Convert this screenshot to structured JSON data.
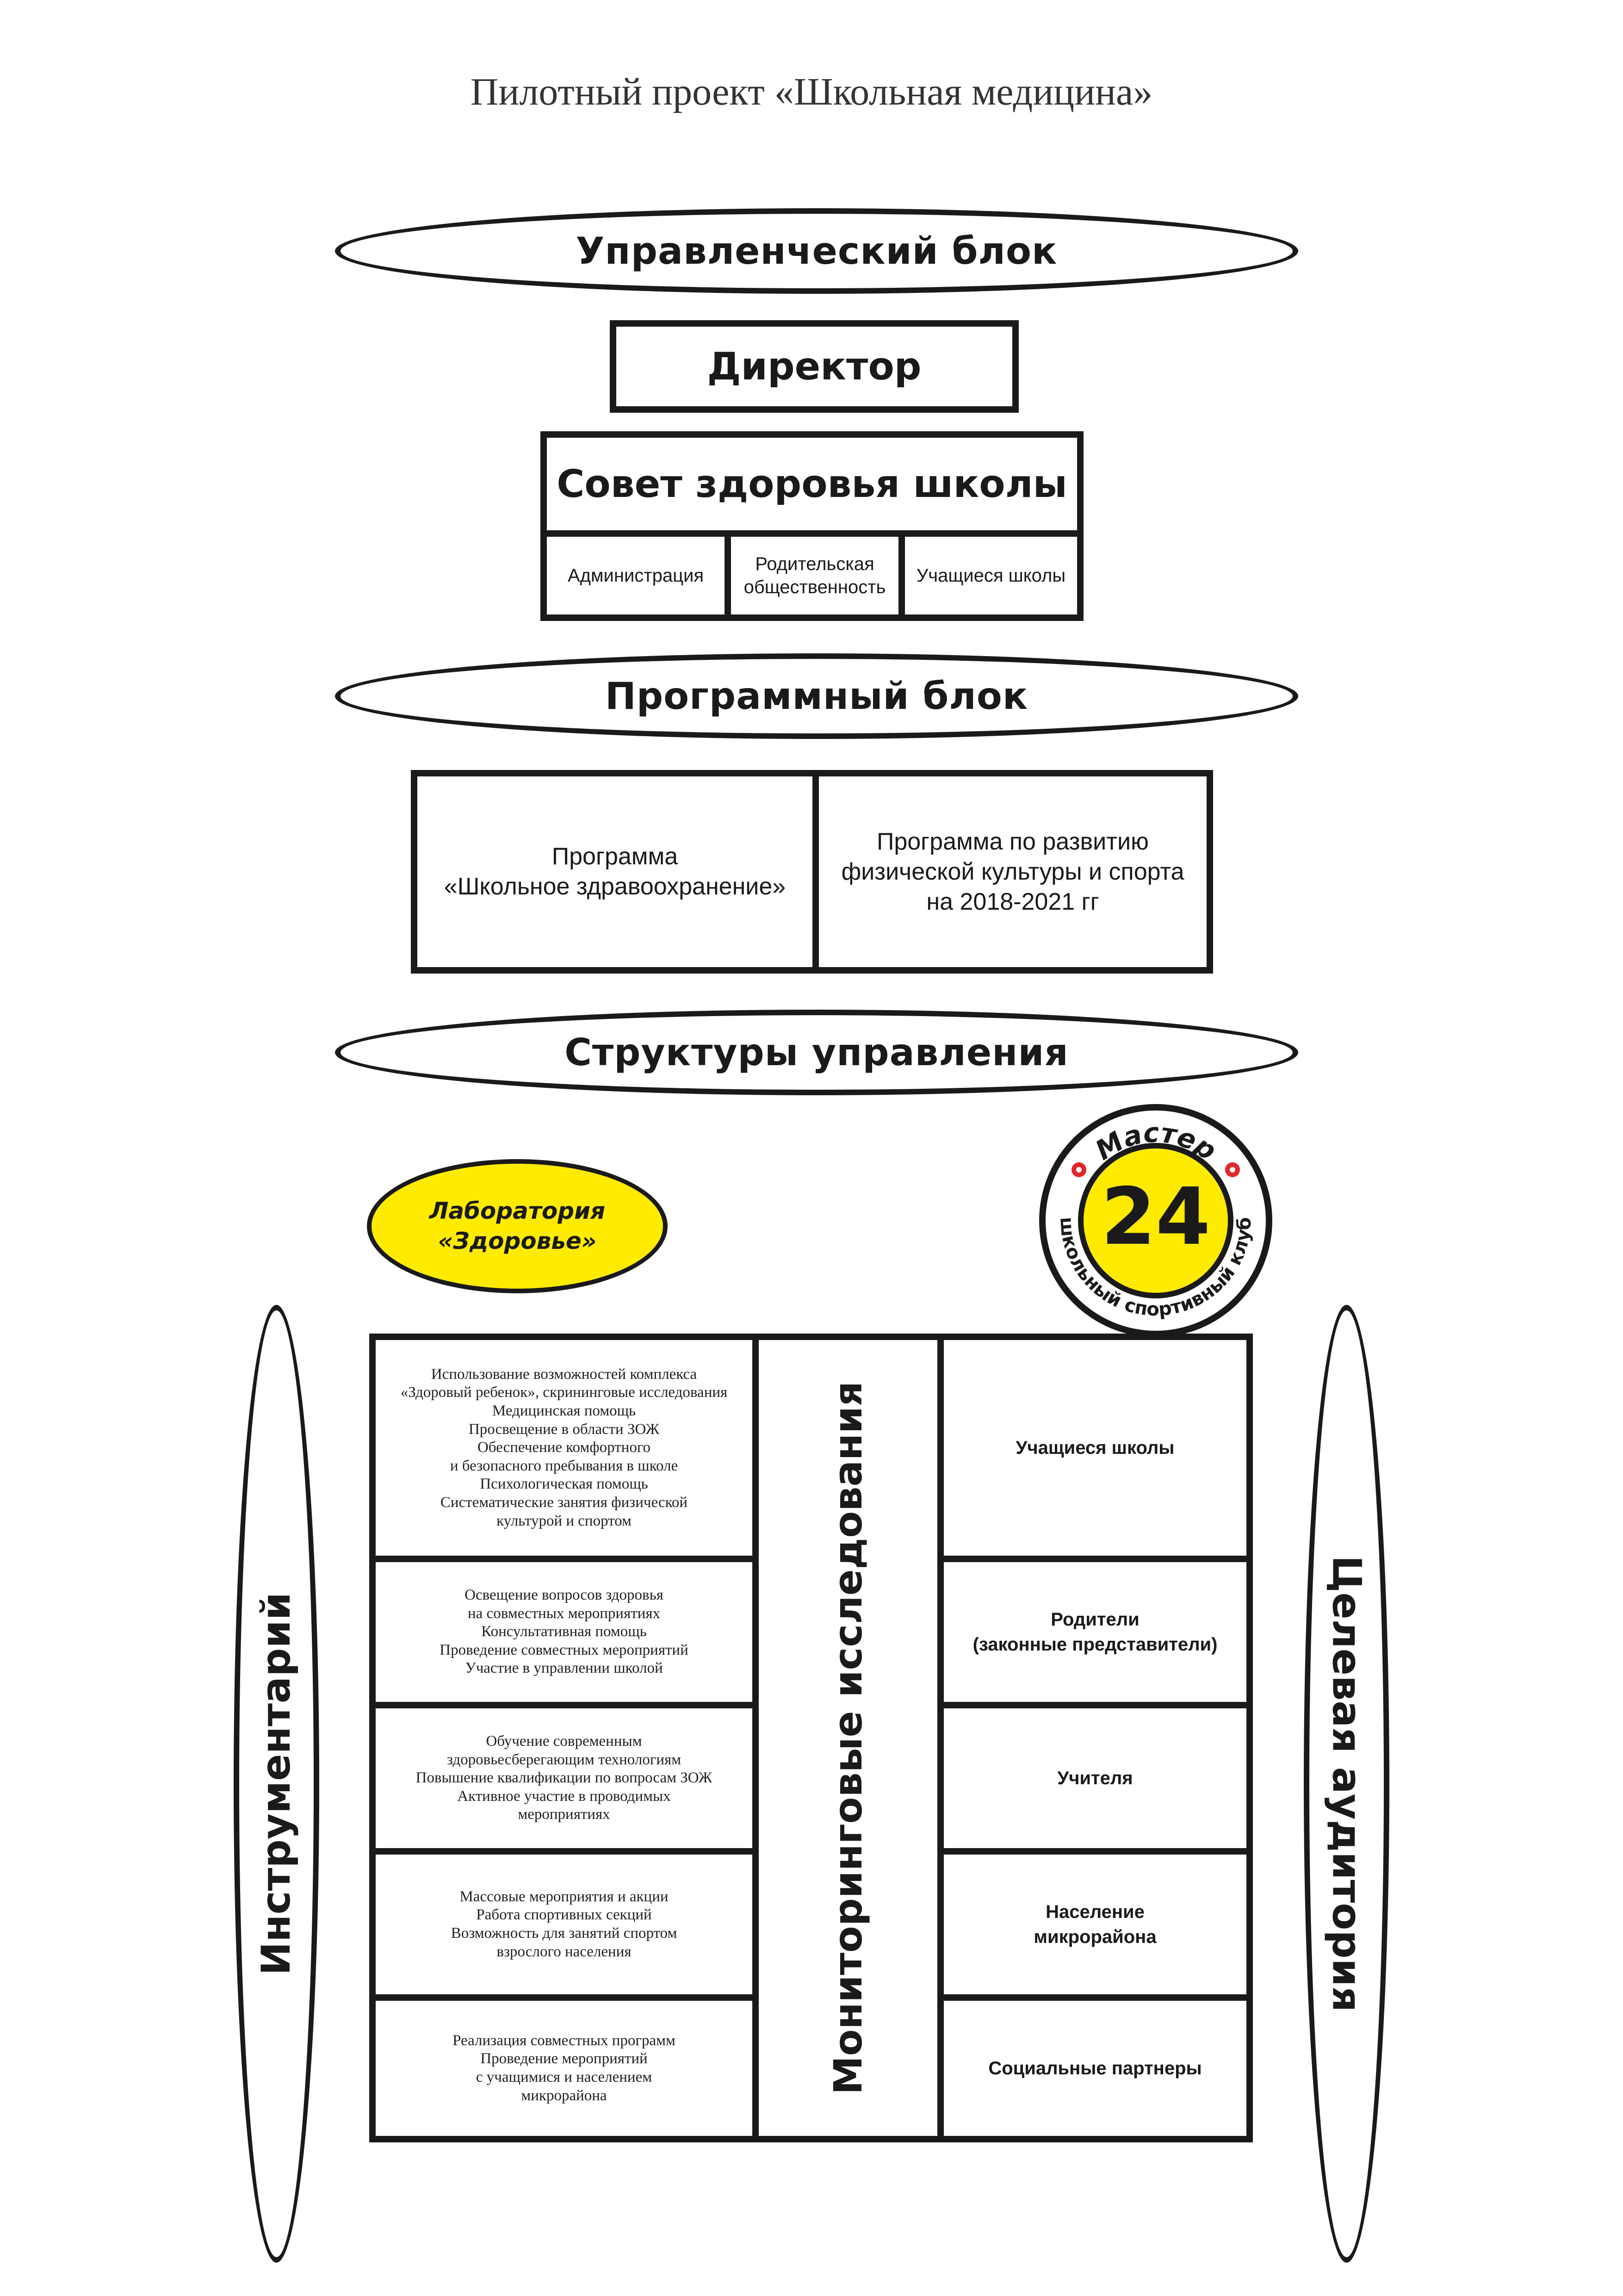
{
  "title": "Пилотный проект «Школьная медицина»",
  "management_block": {
    "heading": "Управленческий блок",
    "director": "Директор",
    "council": {
      "title": "Совет здоровья школы",
      "members": [
        "Администрация",
        "Родительская общественность",
        "Учащиеся школы"
      ]
    }
  },
  "program_block": {
    "heading": "Программный блок",
    "programs": [
      [
        "Программа",
        "«Школьное здравоохранение»"
      ],
      [
        "Программа по развитию",
        "физической культуры и спорта",
        "на 2018-2021 гг"
      ]
    ]
  },
  "structures": {
    "heading": "Структуры управления",
    "laboratory": [
      "Лаборатория",
      "«Здоровье»"
    ],
    "club_logo": {
      "top_text": "Мастер",
      "number": "24",
      "bottom_text": "школьный спортивный клуб",
      "colors": {
        "fill": "#ffeb00",
        "ring": "#1a1a1a",
        "star": "#e3262a"
      }
    }
  },
  "instruments_label": "Инструментарий",
  "monitoring_label": "Мониторинговые исследования",
  "audience_label": "Целевая аудитория",
  "rows": [
    {
      "tools": [
        "Использование возможностей комплекса",
        "«Здоровый ребенок», скрининговые исследования",
        "Медицинская помощь",
        "Просвещение в области ЗОЖ",
        "Обеспечение комфортного",
        "и безопасного пребывания в школе",
        "Психологическая помощь",
        "Систематические занятия физической",
        "культурой и спортом"
      ],
      "audience": [
        "Учащиеся школы"
      ]
    },
    {
      "tools": [
        "Освещение вопросов здоровья",
        "на совместных мероприятиях",
        "Консультативная помощь",
        "Проведение совместных мероприятий",
        "Участие в управлении школой"
      ],
      "audience": [
        "Родители",
        "(законные представители)"
      ]
    },
    {
      "tools": [
        "Обучение современным",
        "здоровьесберегающим технологиям",
        "Повышение квалификации по вопросам ЗОЖ",
        "Активное участие в проводимых",
        "мероприятиях"
      ],
      "audience": [
        "Учителя"
      ]
    },
    {
      "tools": [
        "Массовые мероприятия и акции",
        "Работа спортивных секций",
        "Возможность для занятий спортом",
        "взрослого населения"
      ],
      "audience": [
        "Население",
        "микрорайона"
      ]
    },
    {
      "tools": [
        "Реализация совместных программ",
        "Проведение мероприятий",
        "с учащимися и населением",
        "микрорайона"
      ],
      "audience": [
        "Социальные партнеры"
      ]
    }
  ]
}
